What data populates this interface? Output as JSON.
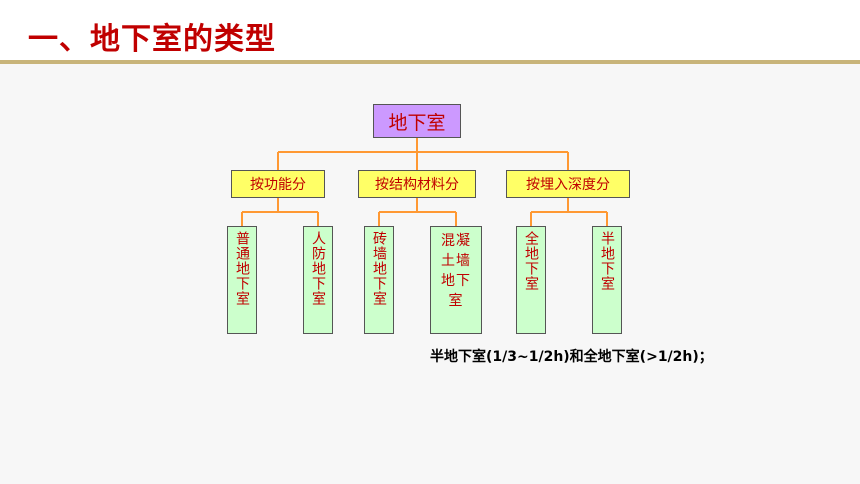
{
  "header": {
    "title": "一、地下室的类型"
  },
  "diagram": {
    "root": "地下室",
    "categories": [
      {
        "label": "按功能分",
        "children": [
          "普通地下室",
          "人防地下室"
        ]
      },
      {
        "label": "按结构材料分",
        "children": [
          "砖墙地下室",
          "混凝土墙地下室"
        ]
      },
      {
        "label": "按埋入深度分",
        "children": [
          "全地下室",
          "半地下室"
        ]
      }
    ],
    "note": "半地下室(1/3~1/2h)和全地下室(>1/2h)；"
  },
  "colors": {
    "title": "#c00000",
    "title_rule": "#c8b47a",
    "connector": "#ff9933",
    "root_fill": "#cc99ff",
    "category_fill": "#ffff66",
    "leaf_fill": "#ccffcc",
    "node_text": "#c00000"
  }
}
